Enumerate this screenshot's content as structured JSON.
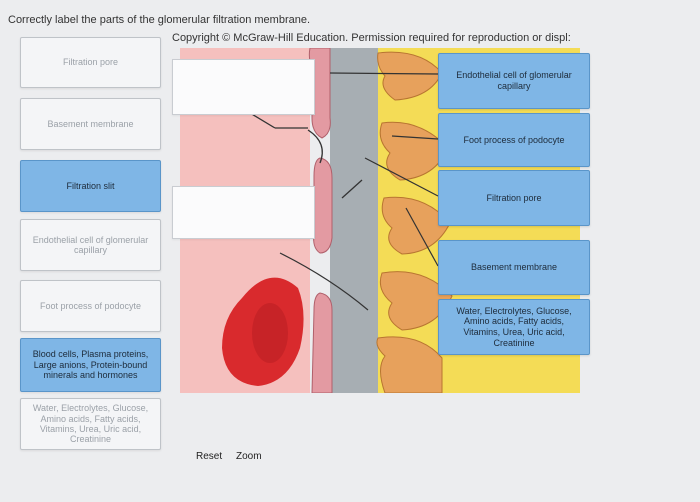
{
  "header": {
    "instruction": "Correctly label the parts of the glomerular filtration membrane.",
    "copyright": "Copyright © McGraw-Hill Education. Permission required for reproduction or displ:"
  },
  "source_labels": [
    {
      "text": "Filtration pore",
      "state": "used"
    },
    {
      "text": "Basement membrane",
      "state": "used"
    },
    {
      "text": "Filtration slit",
      "state": "active"
    },
    {
      "text": "Endothelial cell of glomerular capillary",
      "state": "used"
    },
    {
      "text": "Foot process of podocyte",
      "state": "used"
    },
    {
      "text": "Blood cells, Plasma proteins, Large anions, Protein-bound minerals and hormones",
      "state": "active"
    },
    {
      "text": "Water, Electrolytes, Glucose, Amino acids, Fatty acids, Vitamins, Urea, Uric acid, Creatinine",
      "state": "used"
    }
  ],
  "placed_labels": [
    {
      "text": "Endothelial cell of glomerular capillary"
    },
    {
      "text": "Foot process of podocyte"
    },
    {
      "text": "Filtration pore"
    },
    {
      "text": "Basement membrane"
    },
    {
      "text": "Water, Electrolytes, Glucose, Amino acids, Fatty acids, Vitamins, Urea, Uric acid, Creatinine"
    }
  ],
  "controls": {
    "reset": "Reset",
    "zoom": "Zoom"
  }
}
